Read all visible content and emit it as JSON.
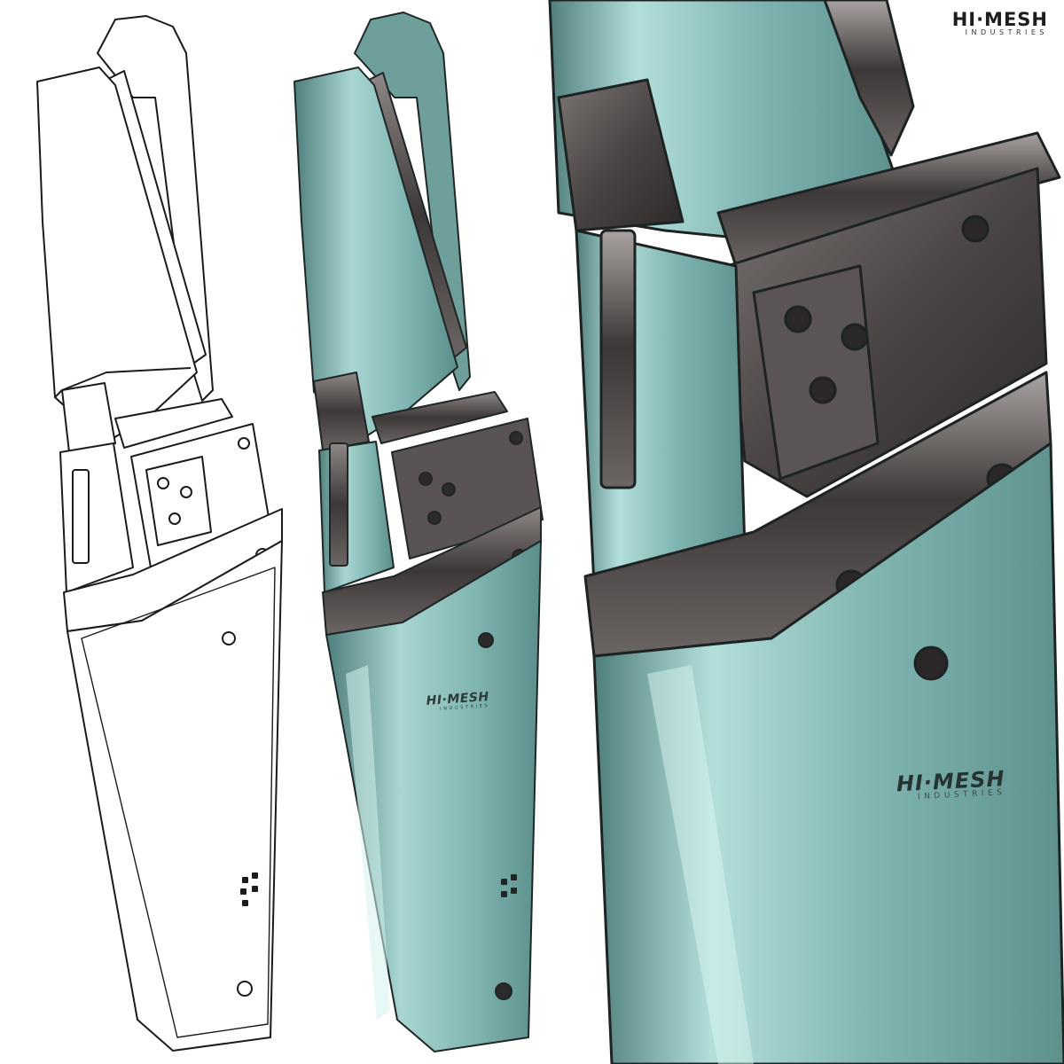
{
  "logo": {
    "brand": "HI·MESH",
    "subtitle": "INDUSTRIES"
  },
  "decals": {
    "mid": {
      "brand": "HI·MESH",
      "subtitle": "INDUSTRIES"
    },
    "large": {
      "brand": "HI·MESH",
      "subtitle": "INDUSTRIES"
    }
  },
  "panels": [
    {
      "name": "line-sketch",
      "style": "line-art"
    },
    {
      "name": "color-render",
      "style": "rendered"
    },
    {
      "name": "closeup-render",
      "style": "rendered-closeup"
    }
  ],
  "colors": {
    "background": "#ffffff",
    "ink": "#1b1b1b",
    "teal_body": "#7fb4b0",
    "teal_light": "#a9d6d2",
    "teal_dark": "#4f7f7c",
    "metal_dark": "#3c3837",
    "metal_mid": "#6b6563",
    "metal_light": "#a8a3a0"
  }
}
